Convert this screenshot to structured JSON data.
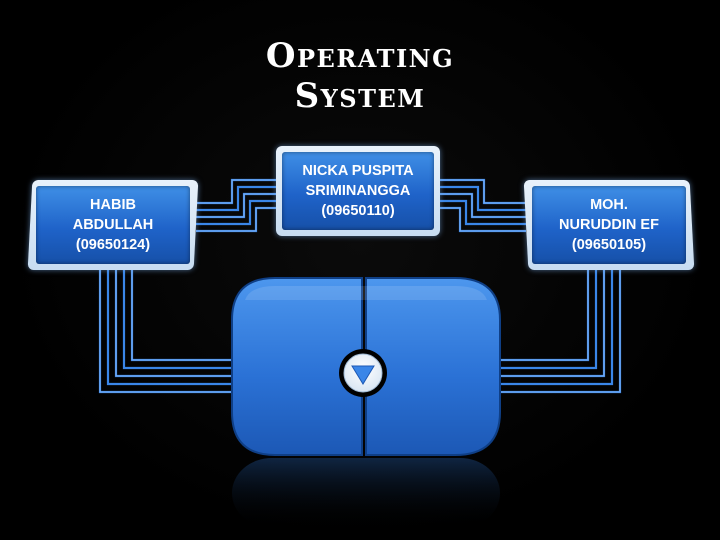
{
  "title": {
    "line1": "Operating",
    "line2": "System"
  },
  "members": [
    {
      "line1": "HABIB",
      "line2": "ABDULLAH",
      "line3": "(09650124)"
    },
    {
      "line1": "NICKA PUSPITA",
      "line2": "SRIMINANGGA",
      "line3": "(09650110)"
    },
    {
      "line1": "MOH.",
      "line2": "NURUDDIN EF",
      "line3": "(09650105)"
    }
  ],
  "colors": {
    "background": "#000000",
    "box_fill": "#2b77d9",
    "box_border": "#dbe9f7",
    "connector": "#3a86e8",
    "hub": "#2f79dc"
  },
  "icons": {
    "hub_center": "down-triangle-icon"
  }
}
